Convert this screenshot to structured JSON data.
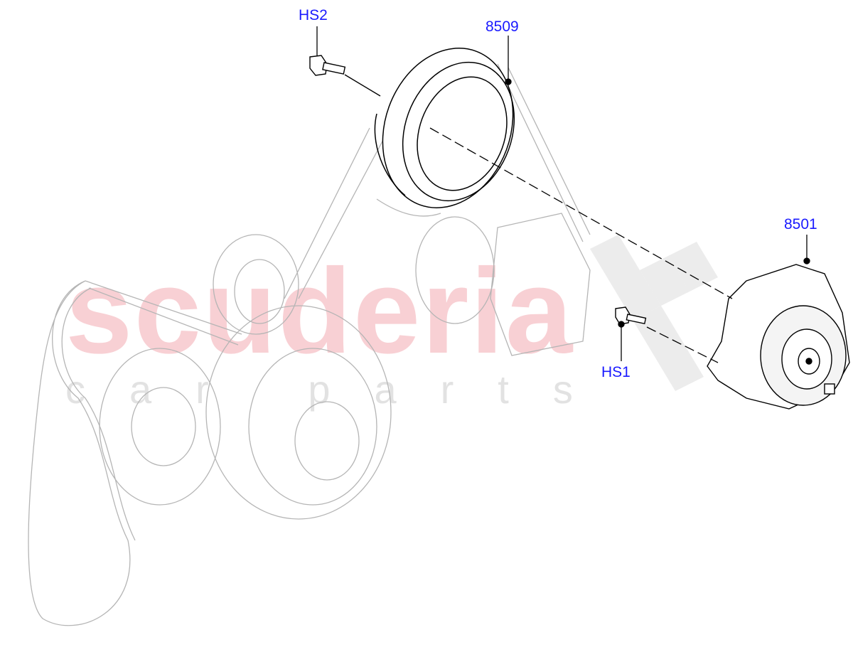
{
  "callouts": {
    "hs2": "HS2",
    "p8509": "8509",
    "p8501": "8501",
    "hs1": "HS1"
  },
  "watermark": {
    "brand": "scuderia",
    "tagline": "car parts"
  },
  "colors": {
    "callout": "#1a1aff",
    "line": "#000000",
    "ghost": "#b0b0b0",
    "watermark": "#f096a0"
  }
}
